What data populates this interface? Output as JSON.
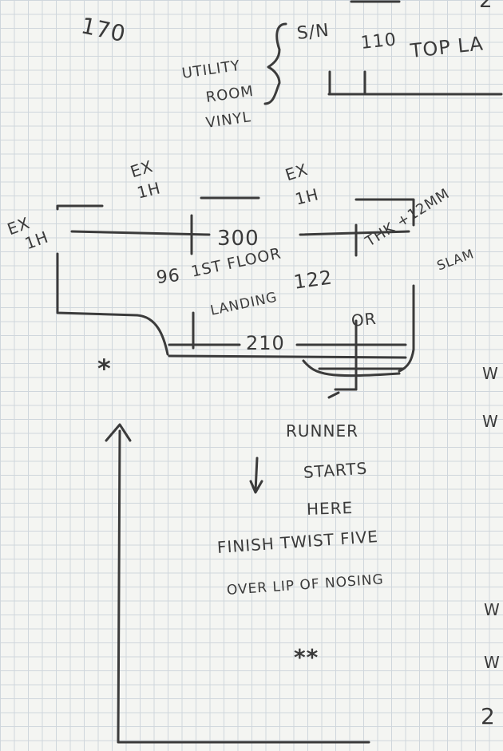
{
  "sketch": {
    "title_note": "170",
    "top_labels": {
      "s_n": "S/N",
      "length": "110",
      "top_partial": "TOP LA",
      "partial_top_right": "2"
    },
    "utility_note": [
      "UTILITY",
      "ROOM",
      "VINYL"
    ],
    "walls": {
      "left": [
        "EX",
        "1H"
      ],
      "top_left": [
        "EX",
        "1H"
      ],
      "top_right": [
        "EX",
        "1H"
      ]
    },
    "dimensions": {
      "top_span": "300",
      "landing_depth": "96",
      "landing_right": "122",
      "bottom_span": "210",
      "nosing_mark": "OR"
    },
    "landing_label": [
      "1ST FLOOR",
      "LANDING"
    ],
    "slab_note": [
      "THK +12MM",
      "SLAM"
    ],
    "runner_note": [
      "RUNNER",
      "STARTS",
      "HERE"
    ],
    "finish_note": [
      "FINISH TWIST FIVE",
      "OVER LIP OF NOSING"
    ],
    "markers": {
      "single": "*",
      "double": "**"
    },
    "right_margin": [
      "W",
      "W",
      "W",
      "W",
      "2"
    ]
  }
}
